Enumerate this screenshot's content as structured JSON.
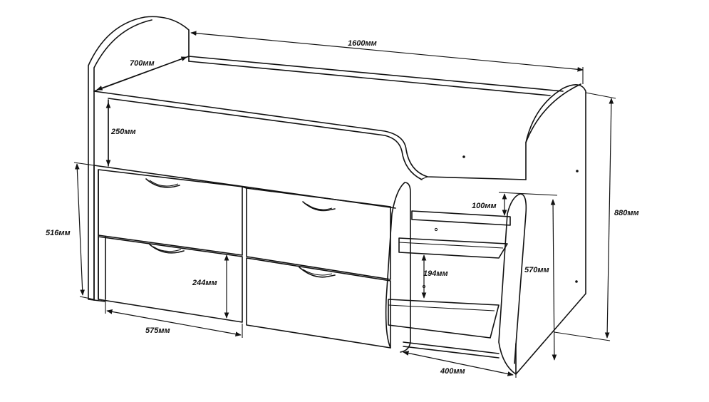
{
  "dimensions": {
    "length": "1600мм",
    "depth": "700мм",
    "side_height": "250мм",
    "drawer_block_height": "516мм",
    "drawer_height": "244мм",
    "drawer_width": "575мм",
    "step_gap_top": "100мм",
    "total_height": "880мм",
    "step_gap": "194мм",
    "ladder_height": "570мм",
    "ladder_width": "400мм"
  }
}
